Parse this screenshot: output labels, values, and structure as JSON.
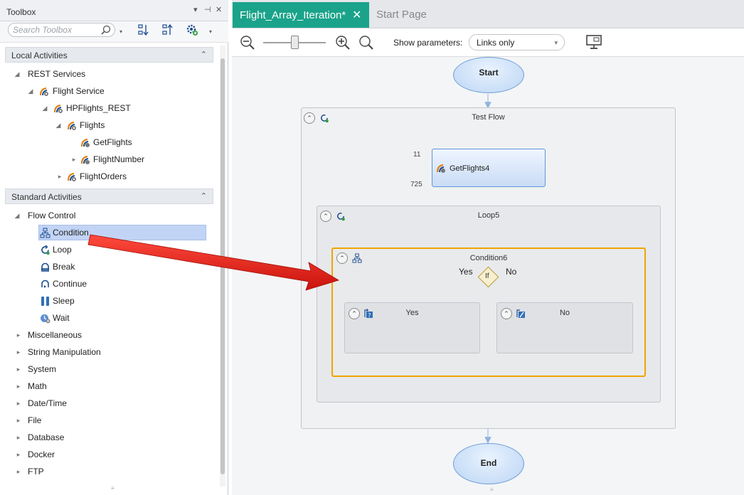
{
  "toolbox": {
    "title": "Toolbox",
    "header_buttons": {
      "dropdown": "▾",
      "pin": "⊣",
      "close": "✕"
    },
    "search": {
      "placeholder": "Search Toolbox",
      "value": ""
    },
    "sections": {
      "local": {
        "label": "Local Activities",
        "collapse_glyph": "⌃",
        "items": [
          {
            "label": "REST Services",
            "arrow": "◢",
            "icon": "none"
          },
          {
            "label": "Flight Service",
            "arrow": "◢",
            "icon": "rest-service-icon"
          },
          {
            "label": "HPFlights_REST",
            "arrow": "◢",
            "icon": "rest-service-icon"
          },
          {
            "label": "Flights",
            "arrow": "◢",
            "icon": "rest-service-icon"
          },
          {
            "label": "GetFlights",
            "arrow": "",
            "icon": "rest-method-icon"
          },
          {
            "label": "FlightNumber",
            "arrow": "▸",
            "icon": "rest-method-icon"
          },
          {
            "label": "FlightOrders",
            "arrow": "▸",
            "icon": "rest-service-icon"
          }
        ]
      },
      "standard": {
        "label": "Standard Activities",
        "collapse_glyph": "⌃",
        "flow_control": {
          "label": "Flow Control",
          "arrow": "◢",
          "items": [
            {
              "label": "Condition",
              "icon": "condition-icon"
            },
            {
              "label": "Loop",
              "icon": "loop-icon"
            },
            {
              "label": "Break",
              "icon": "break-icon"
            },
            {
              "label": "Continue",
              "icon": "continue-icon"
            },
            {
              "label": "Sleep",
              "icon": "sleep-icon"
            },
            {
              "label": "Wait",
              "icon": "wait-icon"
            }
          ]
        },
        "categories": [
          "Miscellaneous",
          "String Manipulation",
          "System",
          "Math",
          "Date/Time",
          "File",
          "Database",
          "Docker",
          "FTP"
        ],
        "category_arrow": "▸"
      }
    },
    "selected_item": "Condition"
  },
  "tabs": {
    "active": {
      "label": "Flight_Array_Iteration*",
      "close": "✕"
    },
    "inactive": {
      "label": "Start Page"
    }
  },
  "doc_toolbar": {
    "show_params_label": "Show parameters:",
    "show_params_value": "Links only",
    "dropdown_glyph": "▾"
  },
  "flow": {
    "start": "Start",
    "end": "End",
    "test_flow": "Test Flow",
    "activity": "GetFlights4",
    "loop": "Loop5",
    "condition": "Condition6",
    "if_label": "If",
    "yes_label": "Yes",
    "no_label": "No",
    "branch_yes": "Yes",
    "branch_no": "No",
    "link_count_1": "11",
    "link_count_2": "725"
  },
  "colors": {
    "accent_tab": "#1aa38a",
    "selection": "#c2d4f5",
    "condition_border": "#f0a500",
    "annotation_arrow": "#e5221c"
  }
}
